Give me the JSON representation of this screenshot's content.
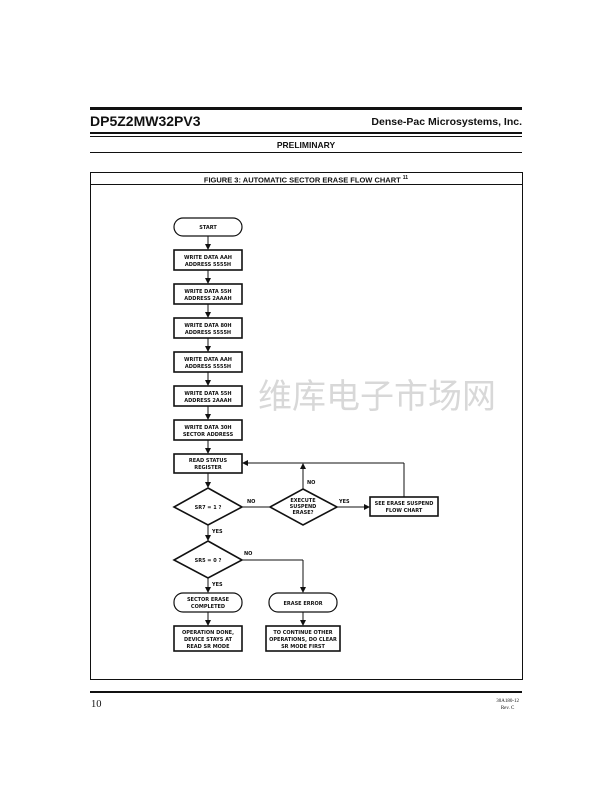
{
  "header": {
    "doc_title": "DP5Z2MW32PV3",
    "company": "Dense-Pac Microsystems, Inc.",
    "status": "PRELIMINARY"
  },
  "figure": {
    "title": "FIGURE 3:  AUTOMATIC SECTOR ERASE FLOW CHART",
    "note_ref": "11",
    "start": "START",
    "steps": [
      {
        "l1": "WRITE DATA AAH",
        "l2": "ADDRESS 5555H"
      },
      {
        "l1": "WRITE DATA 55H",
        "l2": "ADDRESS 2AAAH"
      },
      {
        "l1": "WRITE DATA 80H",
        "l2": "ADDRESS 5555H"
      },
      {
        "l1": "WRITE DATA AAH",
        "l2": "ADDRESS 5555H"
      },
      {
        "l1": "WRITE DATA 55H",
        "l2": "ADDRESS 2AAAH"
      },
      {
        "l1": "WRITE DATA 30H",
        "l2": "SECTOR ADDRESS"
      }
    ],
    "read_status": {
      "l1": "READ STATUS",
      "l2": "REGISTER"
    },
    "sr7": "SR7 = 1 ?",
    "execute_suspend": {
      "l1": "EXECUTE",
      "l2": "SUSPEND",
      "l3": "ERASE?"
    },
    "see_suspend": {
      "l1": "SEE ERASE SUSPEND",
      "l2": "FLOW CHART"
    },
    "sr5": "SR5 = 0 ?",
    "sector_erase_completed": {
      "l1": "SECTOR ERASE",
      "l2": "COMPLETED"
    },
    "erase_error": "ERASE ERROR",
    "operation_done": {
      "l1": "OPERATION DONE,",
      "l2": "DEVICE STAYS AT",
      "l3": "READ SR MODE"
    },
    "continue_other": {
      "l1": "TO CONTINUE OTHER",
      "l2": "OPERATIONS, DO CLEAR",
      "l3": "SR MODE FIRST"
    },
    "labels": {
      "yes": "YES",
      "no": "NO"
    }
  },
  "watermark": "维库电子市场网",
  "footer": {
    "page_number": "10",
    "doc_ref": "30A180-12",
    "revision": "Rev. C"
  }
}
